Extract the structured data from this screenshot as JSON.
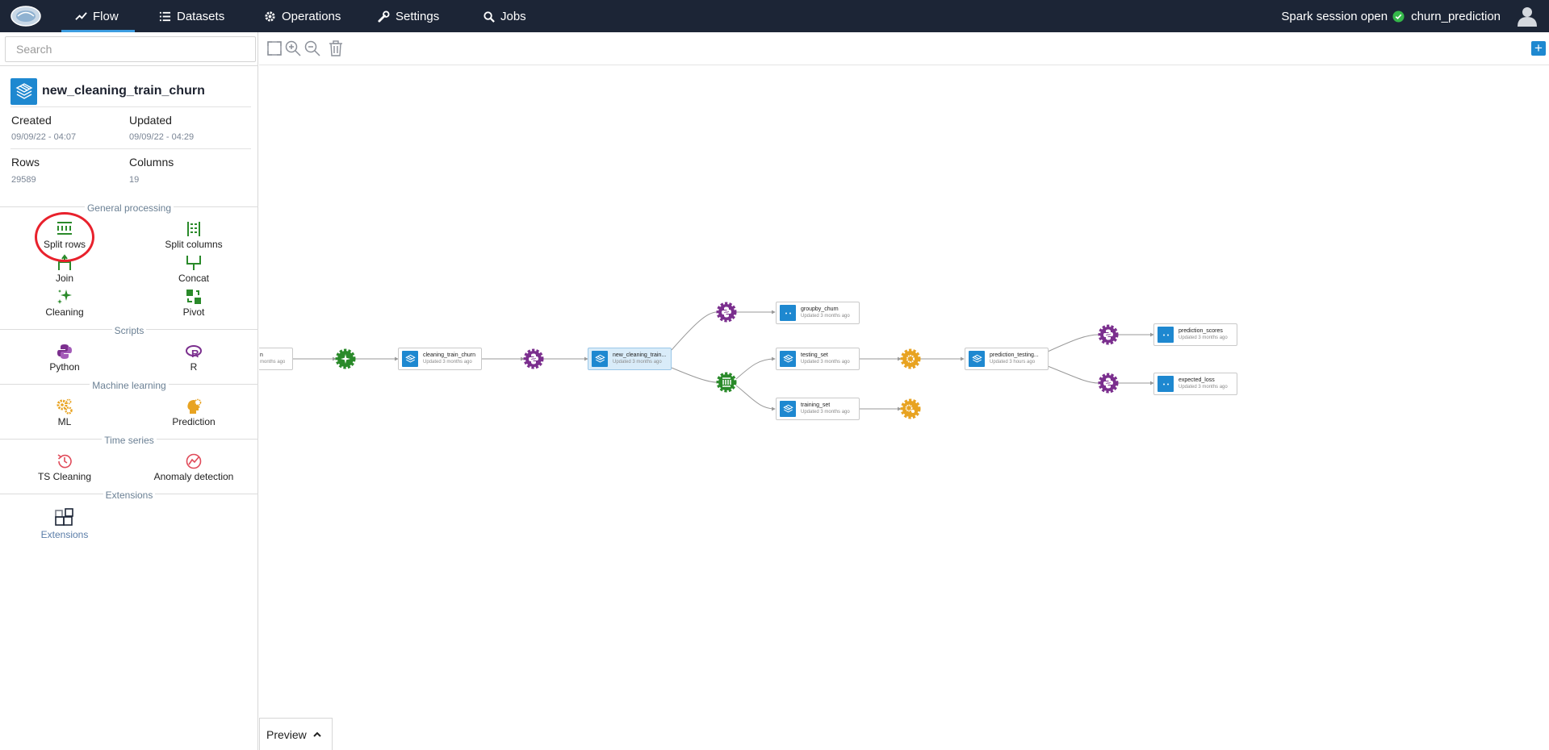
{
  "nav": {
    "items": [
      {
        "label": "Flow",
        "icon": "trend-icon",
        "active": true
      },
      {
        "label": "Datasets",
        "icon": "list-icon"
      },
      {
        "label": "Operations",
        "icon": "gear-icon"
      },
      {
        "label": "Settings",
        "icon": "wrench-icon"
      },
      {
        "label": "Jobs",
        "icon": "search-gear-icon"
      }
    ],
    "session_status": "Spark session open",
    "project_name": "churn_prediction"
  },
  "sidebar": {
    "search_placeholder": "Search",
    "dataset": {
      "title": "new_cleaning_train_churn",
      "created_label": "Created",
      "created_value": "09/09/22 - 04:07",
      "updated_label": "Updated",
      "updated_value": "09/09/22 - 04:29",
      "rows_label": "Rows",
      "rows_value": "29589",
      "columns_label": "Columns",
      "columns_value": "19"
    },
    "sections": {
      "general": "General processing",
      "scripts": "Scripts",
      "ml": "Machine learning",
      "ts": "Time series",
      "extensions": "Extensions"
    },
    "tools": {
      "split_rows": "Split rows",
      "split_columns": "Split columns",
      "join": "Join",
      "concat": "Concat",
      "cleaning": "Cleaning",
      "pivot": "Pivot",
      "python": "Python",
      "r": "R",
      "ml": "ML",
      "prediction": "Prediction",
      "ts_cleaning": "TS Cleaning",
      "anomaly": "Anomaly detection",
      "extensions": "Extensions"
    }
  },
  "canvas": {
    "nodes": {
      "partial": {
        "name": "n",
        "updated": "months ago"
      },
      "cleaning_train_churn": {
        "name": "cleaning_train_churn",
        "updated": "Updated 3 months ago"
      },
      "new_cleaning": {
        "name": "new_cleaning_train...",
        "updated": "Updated 3 months ago"
      },
      "groupby_churn": {
        "name": "groupby_churn",
        "updated": "Updated 3 months ago"
      },
      "testing_set": {
        "name": "testing_set",
        "updated": "Updated 3 months ago"
      },
      "training_set": {
        "name": "training_set",
        "updated": "Updated 3 months ago"
      },
      "prediction_testing": {
        "name": "prediction_testing...",
        "updated": "Updated 3 hours ago"
      },
      "prediction_scores": {
        "name": "prediction_scores",
        "updated": "Updated 3 months ago"
      },
      "expected_loss": {
        "name": "expected_loss",
        "updated": "Updated 3 months ago"
      }
    },
    "colors": {
      "python": "#7b2f8e",
      "ml": "#e8a321",
      "general": "#2a8a2a",
      "dataset": "#1e88d0"
    }
  },
  "preview": {
    "label": "Preview"
  }
}
